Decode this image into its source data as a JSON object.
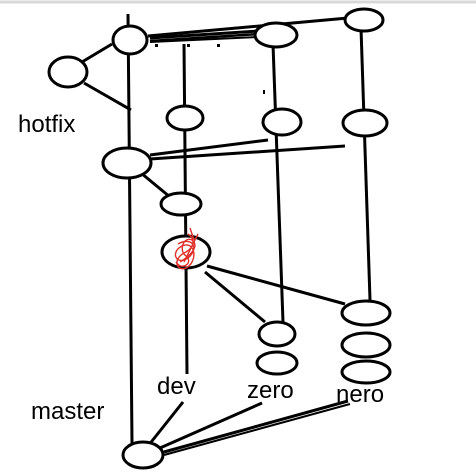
{
  "diagram": {
    "labels": {
      "hotfix": "hotfix",
      "master": "master",
      "dev": "dev",
      "zero": "zero",
      "nero": "nero"
    },
    "colors": {
      "background": "#ffffff",
      "stroke": "#000000",
      "scribble": "#e0302a",
      "top_border": "#d8d8d8"
    },
    "branches": [
      "master",
      "hotfix",
      "dev",
      "zero",
      "nero"
    ]
  }
}
